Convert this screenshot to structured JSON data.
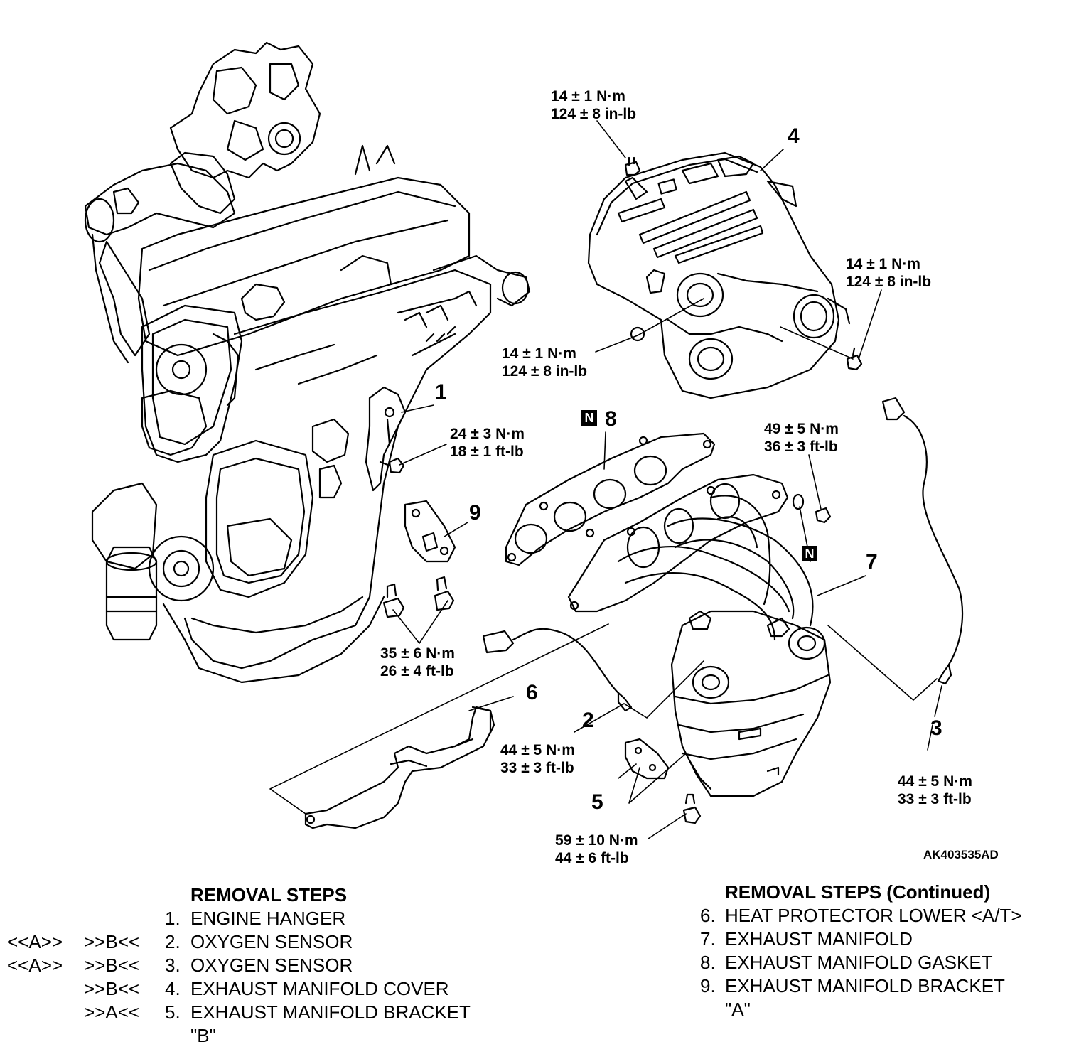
{
  "callouts": {
    "p1": "1",
    "p2": "2",
    "p3": "3",
    "p4": "4",
    "p5": "5",
    "p6": "6",
    "p7": "7",
    "p8": "8",
    "p9": "9"
  },
  "torque": {
    "t_cover_top": [
      "14 ± 1 N·m",
      "124 ± 8 in-lb"
    ],
    "t_cover_right": [
      "14 ± 1 N·m",
      "124 ± 8 in-lb"
    ],
    "t_cover_left": [
      "14 ± 1 N·m",
      "124 ± 8 in-lb"
    ],
    "t_hanger": [
      "24 ± 3 N·m",
      "18 ± 1 ft-lb"
    ],
    "t_nut": [
      "49 ± 5 N·m",
      "36 ± 3 ft-lb"
    ],
    "t_bracket9": [
      "35 ± 6 N·m",
      "26 ± 4 ft-lb"
    ],
    "t_sensor2": [
      "44 ± 5 N·m",
      "33 ± 3 ft-lb"
    ],
    "t_sensor3": [
      "44 ± 5 N·m",
      "33 ± 3 ft-lb"
    ],
    "t_bracket5": [
      "59 ± 10 N·m",
      "44 ± 6 ft-lb"
    ]
  },
  "replace_marker": "N",
  "figure_id": "AK403535AD",
  "removal_steps": {
    "heading": "REMOVAL STEPS",
    "heading_cont": "REMOVAL STEPS (Continued)",
    "items_left": [
      {
        "a": "",
        "b": "",
        "num": "1.",
        "text": "ENGINE HANGER"
      },
      {
        "a": "<<A>>",
        "b": ">>B<<",
        "num": "2.",
        "text": "OXYGEN SENSOR"
      },
      {
        "a": "<<A>>",
        "b": ">>B<<",
        "num": "3.",
        "text": "OXYGEN SENSOR"
      },
      {
        "a": "",
        "b": ">>B<<",
        "num": "4.",
        "text": "EXHAUST MANIFOLD COVER"
      },
      {
        "a": "",
        "b": ">>A<<",
        "num": "5.",
        "text": "EXHAUST MANIFOLD BRACKET"
      },
      {
        "a": "",
        "b": "",
        "num": "",
        "text": "\"B\""
      }
    ],
    "items_right": [
      {
        "num": "6.",
        "text": "HEAT PROTECTOR LOWER <A/T>"
      },
      {
        "num": "7.",
        "text": "EXHAUST MANIFOLD"
      },
      {
        "num": "8.",
        "text": "EXHAUST MANIFOLD GASKET"
      },
      {
        "num": "9.",
        "text": "EXHAUST MANIFOLD BRACKET"
      },
      {
        "num": "",
        "text": "\"A\""
      }
    ]
  }
}
